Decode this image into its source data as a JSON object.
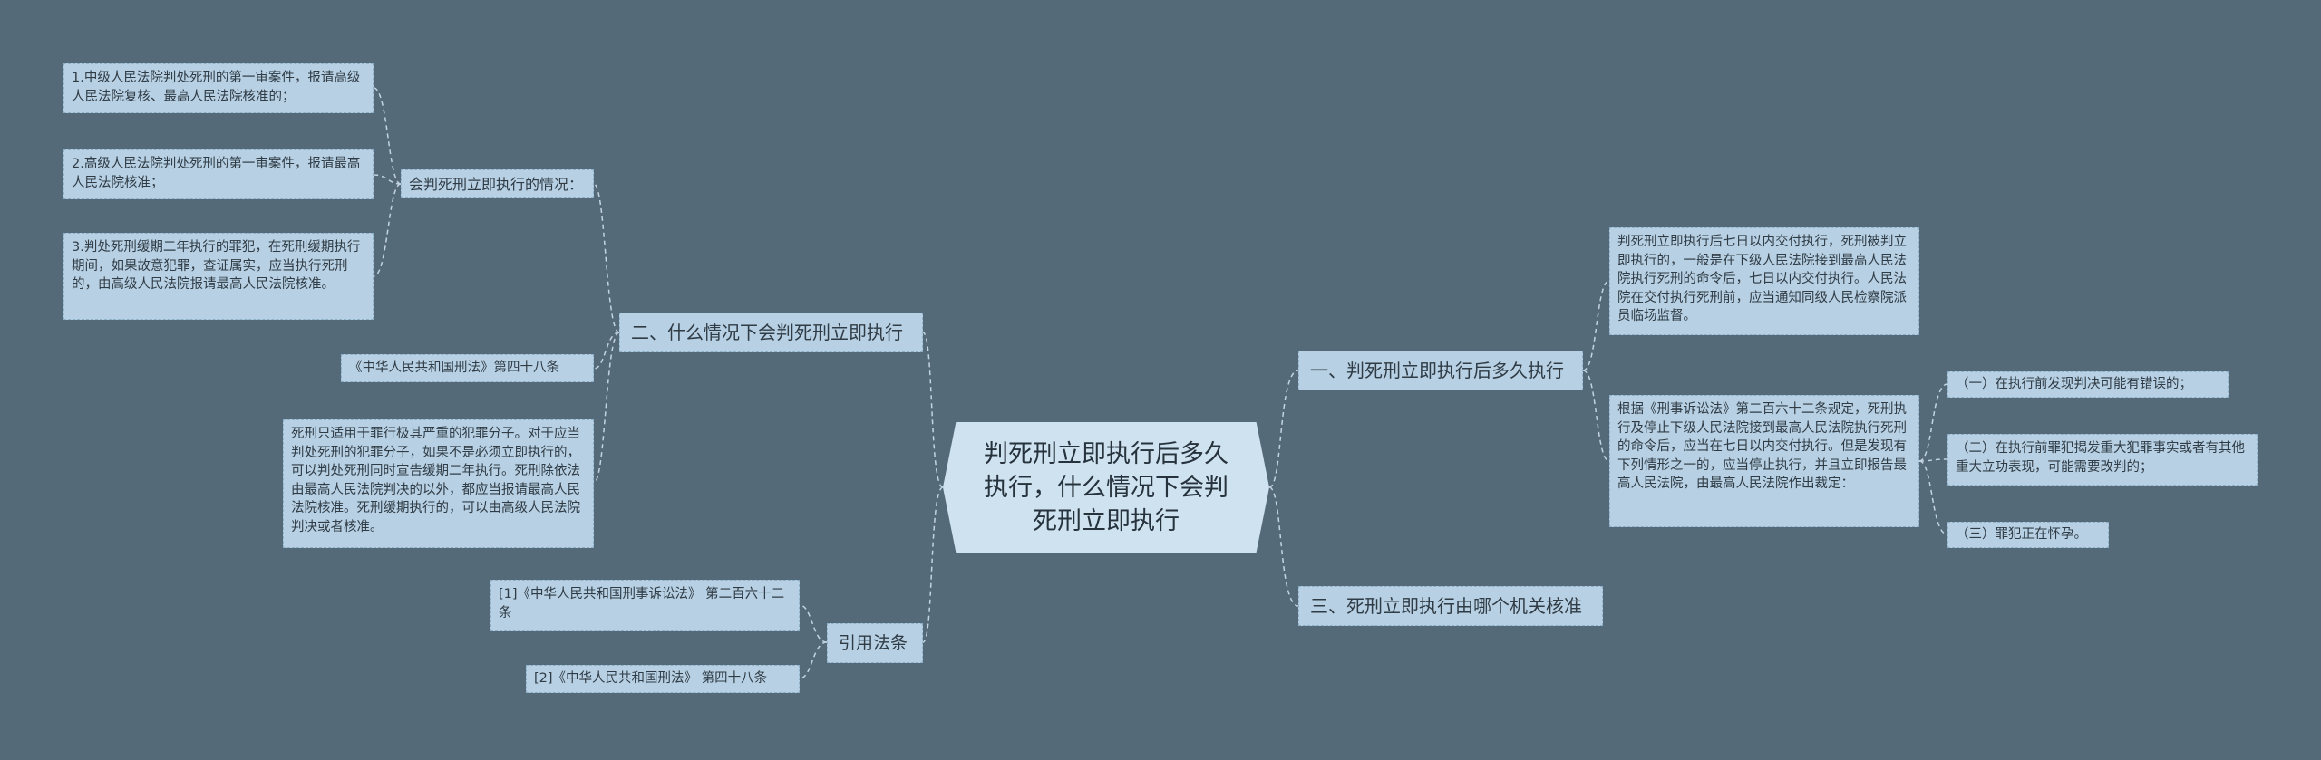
{
  "center": {
    "title": "判死刑立即执行后多久执行，什么情况下会判死刑立即执行"
  },
  "right": {
    "branch1": {
      "label": "一、判死刑立即执行后多久执行",
      "detail1": "判死刑立即执行后七日以内交付执行，死刑被判立即执行的，一般是在下级人民法院接到最高人民法院执行死刑的命令后，七日以内交付执行。人民法院在交付执行死刑前，应当通知同级人民检察院派员临场监督。",
      "detail2": "根据《刑事诉讼法》第二百六十二条规定，死刑执行及停止下级人民法院接到最高人民法院执行死刑的命令后，应当在七日以内交付执行。但是发现有下列情形之一的，应当停止执行，并且立即报告最高人民法院，由最高人民法院作出裁定：",
      "cases": [
        "（一）在执行前发现判决可能有错误的；",
        "（二）在执行前罪犯揭发重大犯罪事实或者有其他重大立功表现，可能需要改判的；",
        "（三）罪犯正在怀孕。"
      ]
    },
    "branch3": {
      "label": "三、死刑立即执行由哪个机关核准"
    }
  },
  "left": {
    "branch2": {
      "label": "二、什么情况下会判死刑立即执行",
      "sub_situations": "会判死刑立即执行的情况：",
      "situations": [
        "1.中级人民法院判处死刑的第一审案件，报请高级人民法院复核、最高人民法院核准的；",
        "2.高级人民法院判处死刑的第一审案件，报请最高人民法院核准；",
        "3.判处死刑缓期二年执行的罪犯，在死刑缓期执行期间，如果故意犯罪，查证属实，应当执行死刑的，由高级人民法院报请最高人民法院核准。"
      ],
      "law_article": "《中华人民共和国刑法》第四十八条",
      "law_text": "死刑只适用于罪行极其严重的犯罪分子。对于应当判处死刑的犯罪分子，如果不是必须立即执行的，可以判处死刑同时宣告缓期二年执行。死刑除依法由最高人民法院判决的以外，都应当报请最高人民法院核准。死刑缓期执行的，可以由高级人民法院判决或者核准。"
    },
    "references": {
      "label": "引用法条",
      "items": [
        "[1]《中华人民共和国刑事诉讼法》 第二百六十二条",
        "[2]《中华人民共和国刑法》 第四十八条"
      ]
    }
  }
}
